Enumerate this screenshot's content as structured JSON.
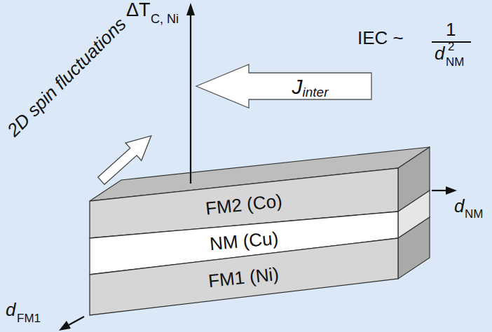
{
  "diagram": {
    "nodes": [
      {
        "text": [
          "FM2 (Co)"
        ]
      },
      {
        "text": [
          "NM (Cu)"
        ]
      },
      {
        "text": [
          "FM1 (Ni)"
        ]
      },
      {
        "text": [
          "J",
          "inter"
        ]
      }
    ],
    "labels": [
      "ΔT",
      "C, Ni",
      "IEC ~",
      "1",
      "d",
      "NM",
      "2",
      "2D spin fluctuations",
      "d",
      "NM",
      "d",
      "FM1"
    ]
  }
}
